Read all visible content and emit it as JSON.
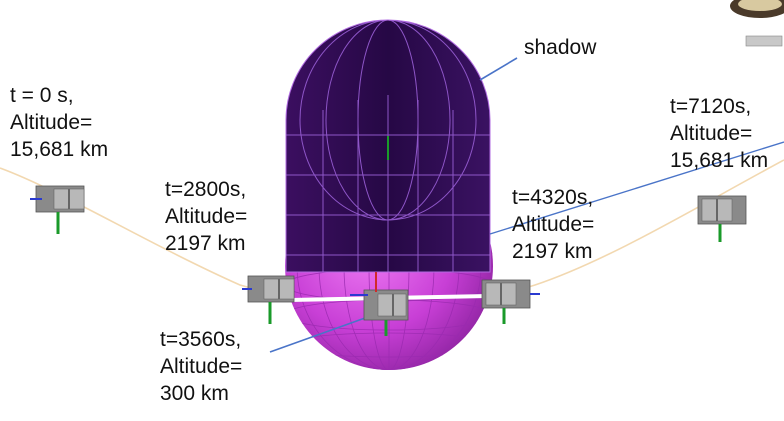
{
  "labels": {
    "shadow": "shadow",
    "t0": {
      "time": "t = 0 s,",
      "altitude_label": "Altitude=",
      "altitude": "15,681 km"
    },
    "t2800": {
      "time": "t=2800s,",
      "altitude_label": "Altitude=",
      "altitude": "2197 km"
    },
    "t3560": {
      "time": "t=3560s,",
      "altitude_label": "Altitude=",
      "altitude": "300 km"
    },
    "t4320": {
      "time": "t=4320s,",
      "altitude_label": "Altitude=",
      "altitude": "2197 km"
    },
    "t7120": {
      "time": "t=7120s,",
      "altitude_label": "Altitude=",
      "altitude": "15,681 km"
    }
  },
  "colors": {
    "shadow_cylinder": "#2d0a4e",
    "planet": "#c83fd6",
    "planet_grid": "#9a2bb0",
    "cylinder_grid": "#8e56c8",
    "orbit": "#f2d8b0",
    "arrow": "#4a74c8",
    "satellite_body": "#8a8a8a",
    "satellite_panel": "#b8b8b8",
    "axis_green": "#1a9a2a",
    "axis_blue": "#2a3ad0",
    "axis_red": "#d02a2a"
  },
  "icons": [
    "satellite-icon"
  ]
}
